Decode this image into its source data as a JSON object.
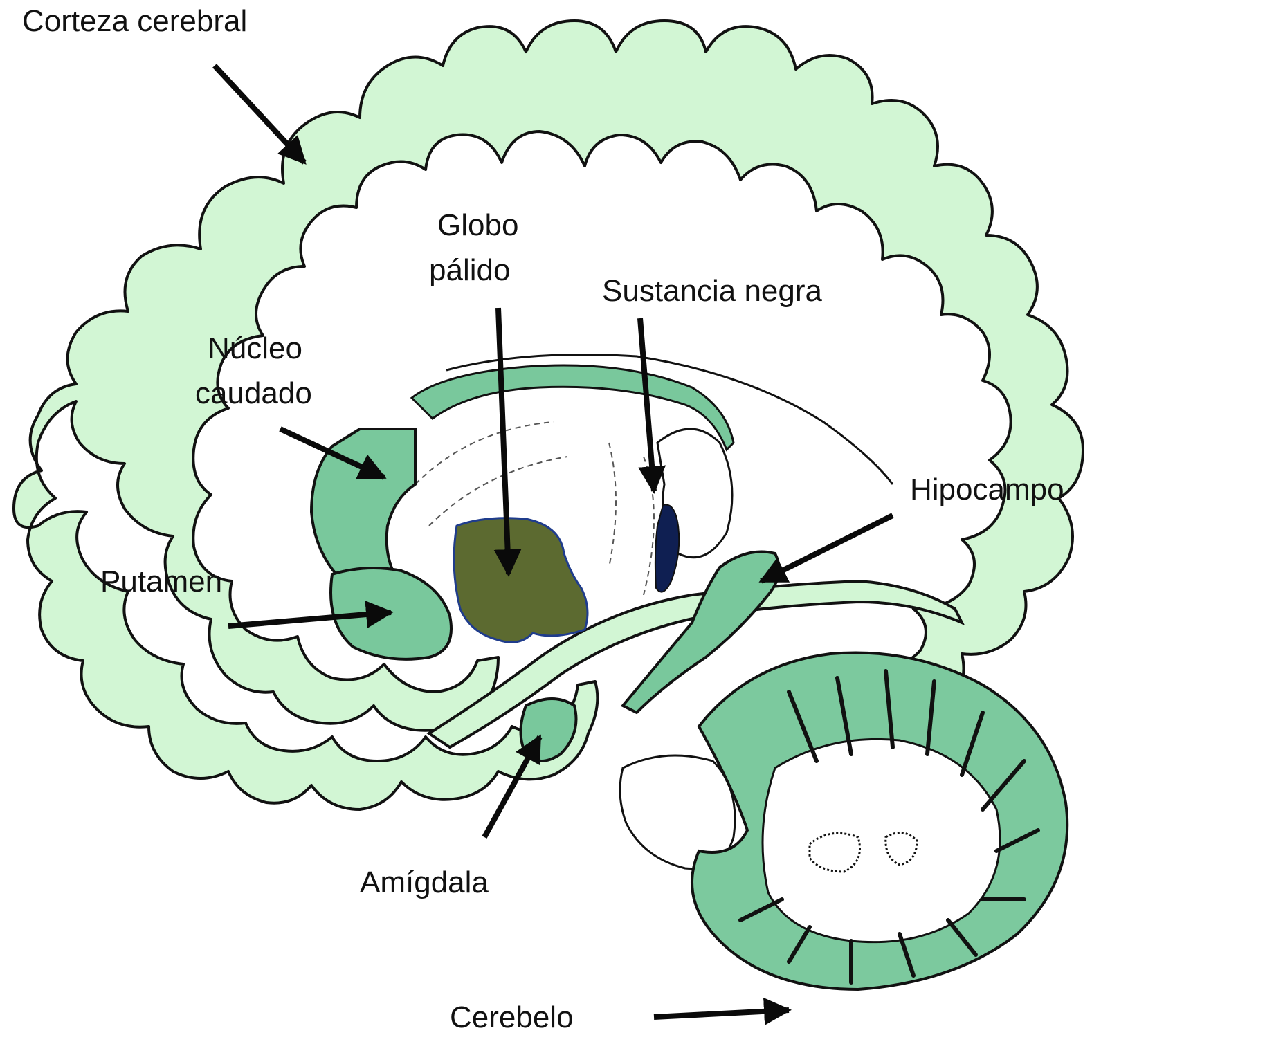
{
  "labels": {
    "cortex": "Corteza cerebral",
    "globus_line1": "Globo",
    "globus_line2": "pálido",
    "substantia_nigra": "Sustancia negra",
    "caudate_line1": "Núcleo",
    "caudate_line2": "caudado",
    "hippocampus": "Hipocampo",
    "putamen": "Putamen",
    "amygdala": "Amígdala",
    "cerebellum": "Cerebelo"
  },
  "colors": {
    "cortex_fill": "#d2f6d4",
    "nucleus_fill": "#79c89c",
    "globus_fill": "#5c6a30",
    "nigra_fill": "#0f1f52",
    "cerebellum_fill": "#7cc99e",
    "outline": "#111111",
    "arrow": "#0a0a0a"
  }
}
